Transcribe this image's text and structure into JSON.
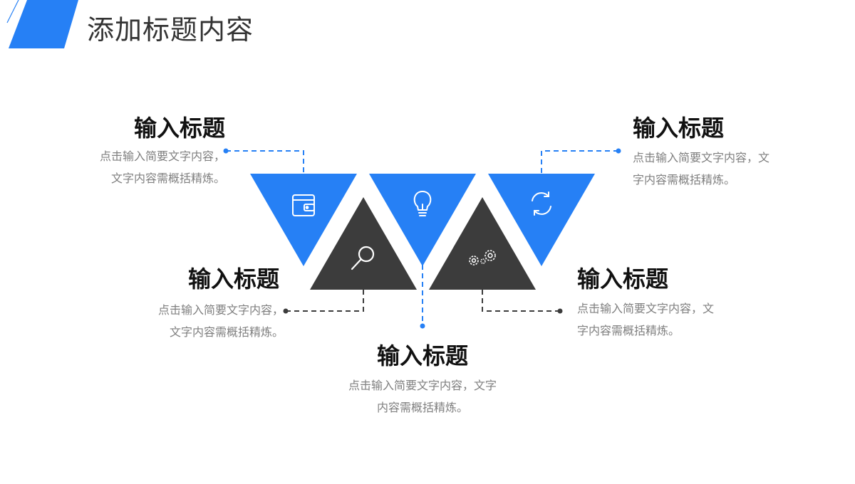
{
  "header": {
    "title": "添加标题内容"
  },
  "colors": {
    "accent": "#2680f5",
    "dark": "#3c3c3c",
    "title_text": "#333333",
    "body_text": "#7f7f7f"
  },
  "items": [
    {
      "title": "输入标题",
      "line1": "点击输入简要文字内容，",
      "line2": "文字内容需概括精炼。",
      "icon": "wallet-icon"
    },
    {
      "title": "输入标题",
      "line1": "点击输入简要文字内容，",
      "line2": "文字内容需概括精炼。",
      "icon": "search-icon"
    },
    {
      "title": "输入标题",
      "line1": "点击输入简要文字内容，文字",
      "line2": "内容需概括精炼。",
      "icon": "lightbulb-icon"
    },
    {
      "title": "输入标题",
      "line1": "点击输入简要文字内容，文",
      "line2": "字内容需概括精炼。",
      "icon": "gears-icon"
    },
    {
      "title": "输入标题",
      "line1": "点击输入简要文字内容，文",
      "line2": "字内容需概括精炼。",
      "icon": "refresh-icon"
    }
  ]
}
